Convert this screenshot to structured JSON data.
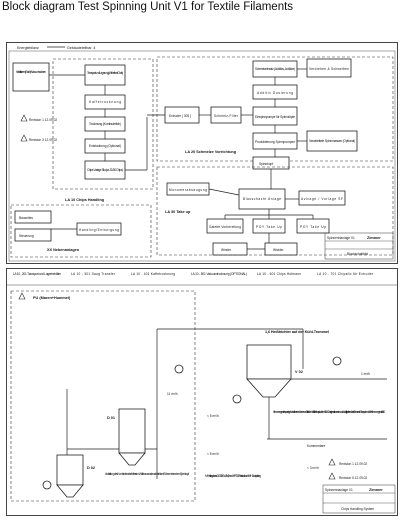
{
  "page": {
    "title": "Block diagram Test Spinning Unit V1 for Textile Filaments"
  },
  "sheet1": {
    "top_labels": [
      "Energiebilanz",
      "Gebäudeleitbar. 4"
    ],
    "boxes": {
      "kristallisieren": "Kristallisieren (Batch) / Vacuumtrocknen",
      "transport": "Transport und Lagerung (Wirbelbett Chalt)",
      "koffeetrocknung": "Kaffetrocknung",
      "trocknung": "Trocknung (Kontinuierlich)",
      "entstaubung": "Entstaubung (Optional)",
      "chips_vorlage": "Chips Vorlage Silo (ca. 30-50 Chips)",
      "extruder": "Extruder ( 305 )",
      "schmelze_filter": "Schmelz-Filter",
      "schmelzeinsatz": "Schmelzeinsatz (Additivs, Additive)",
      "verdrehen": "Verdrehen & Schweiben",
      "additiv_dosierung": "Additiv Dosierung",
      "einspinnpumpe": "Einspinnpumpe für Spinnköpfe",
      "produktion": "Produktierung Spinnpumpen",
      "verarbeitete": "Verarbeitete Spinnmassen (Optional)",
      "spinnkopf": "Spinnkopf",
      "monomerabsaugung": "Monomerabsaugung",
      "blasschacht": "Blasschacht Anlage",
      "avivage": "Avivage / Vorlage SF",
      "galette": "Galette Vorbereitung",
      "poy1": "POY Take Up",
      "poy2": "POY Take Up",
      "wickler": "Wickler",
      "winder": "Winder",
      "bauseites": "Bauseites",
      "steuerung": "Steuerung",
      "handling": "Handling/Entsorgung",
      "xx_nebenanlagen": "XX Nebenanlagen"
    },
    "section_labels": {
      "la_chips": "LA 10 Chips Handling",
      "la_extruder": "LA 20 Schmelze Vorrichtung",
      "la_takeup": "LA 30 Take up"
    },
    "revision_note": "Revision 1 12.09.02",
    "revision_note_2": "Revision 3 12.09.02",
    "title_block": {
      "company": "Zimmer",
      "drawing": "Blockschaltbild",
      "project": "Spinnereianlage V1"
    }
  },
  "sheet2": {
    "header_cells": [
      "LA 10 - 201 Transport und Lagerbehälter",
      "LA 10 - 301 Saug Transfer",
      "LA 10 - 401 Kaffetrocknung",
      "LA 10 - 501 Vakuumtrocknung (OPTIONAL)",
      "LA 10 - 601 Chips Hofmann",
      "LA 10 - 701 Chipsilo für Extruder"
    ],
    "pu_label": "PU (Maren+Hummel)",
    "vessel_label": "1,6 Heißtrichter auf der Kühl-Trommel",
    "vessel_tag": "V 02",
    "tank_tag": "D 01",
    "tank_tag_2": "D 02",
    "flow_labels": [
      "11 m³/h",
      "< 5 m³/h",
      "< 5 m³/h",
      "< 3 m³/h",
      "1 m³/h"
    ],
    "notes": [
      "Klemmengen die separat gebündelt werden können an Stelle des Heißtrichterkopfs auf dem Silo V 02 aufgesetzt werden und zukünftig in dieses überführt werden. Transportmaße für Klemmengewicht 50.",
      "Aufstellung des Kombinationsbehälters im Walkhaus sowie auf der linken Bühne neben dem Spinnkopf",
      "M+H steingabe an DCS/ 2x DW 2x 4,0 mm 2x PT 100 Revision 4 nach M+H Druckprüfung",
      "Kommentare"
    ],
    "revisions": [
      "Revision 1 12.09.02",
      "Revision 5 12.09.02"
    ],
    "title_block": {
      "company": "Zimmer",
      "drawing": "Chips Handling System",
      "project": "Spinnereianlage V1"
    }
  }
}
